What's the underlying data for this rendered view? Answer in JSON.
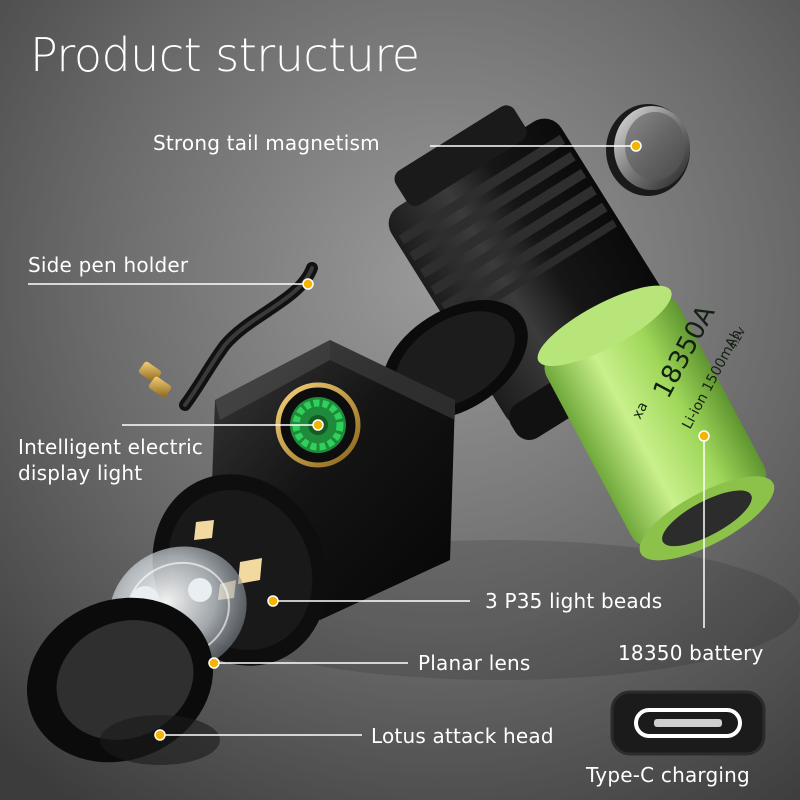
{
  "title": "Product structure",
  "callouts": {
    "tail_magnet": "Strong tail magnetism",
    "pen_holder": "Side pen holder",
    "display_light": "Intelligent electric\ndisplay light",
    "light_beads": "3 P35 light beads",
    "planar_lens": "Planar lens",
    "battery": "18350 battery",
    "lotus_head": "Lotus attack head",
    "type_c": "Type-C charging"
  },
  "battery_print": {
    "model": "18350A",
    "brand": "xa",
    "chemistry": "Li-ion 1500mAh",
    "voltage": "4.2V"
  },
  "colors": {
    "background": "#6e6e6e",
    "callout_dot": "#f5b400",
    "callout_line": "#ffffff",
    "battery_green": "#9fd75a",
    "indicator_green": "#2fd15c",
    "text": "#ffffff"
  }
}
